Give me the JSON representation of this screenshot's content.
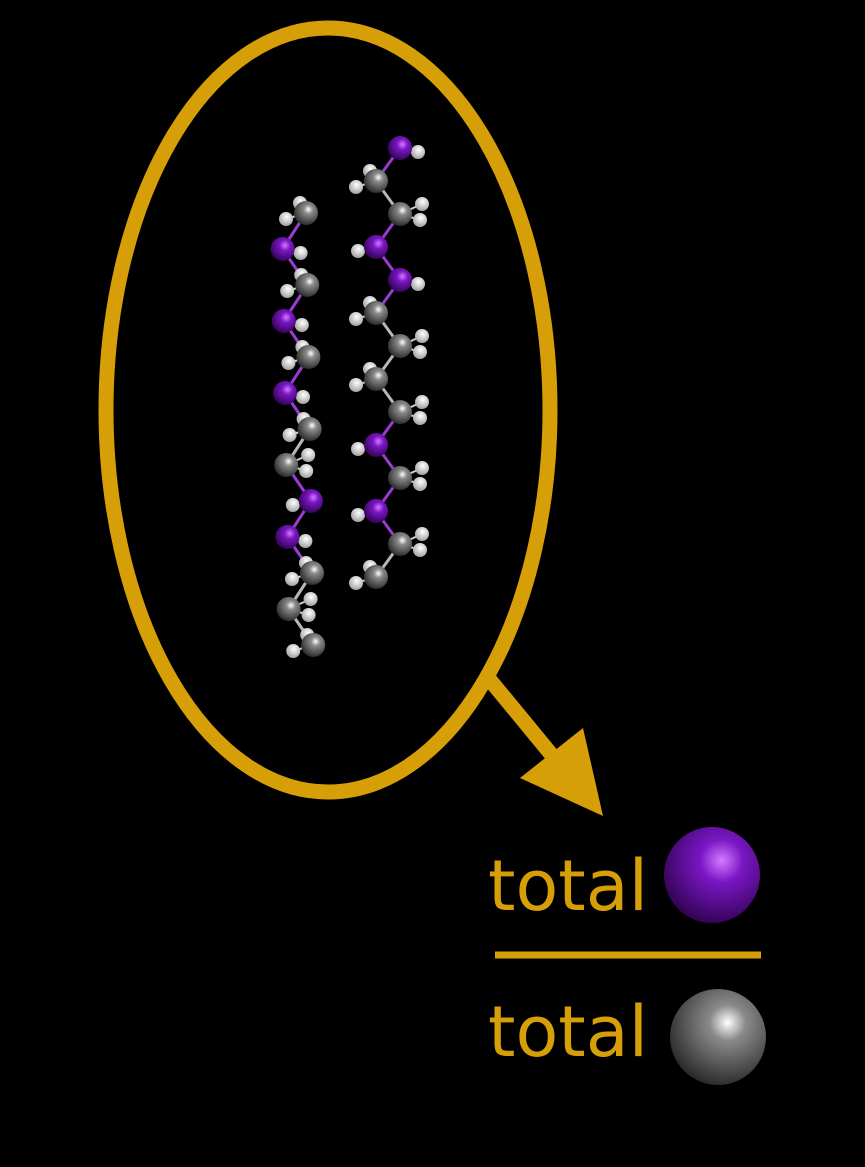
{
  "colors": {
    "background": "#000000",
    "accent": "#D79F07",
    "purple_atom": "#6A0DAD",
    "gray_atom": "#555555",
    "hydrogen_atom": "#EEEEEE"
  },
  "ratio": {
    "numerator_label": "total",
    "denominator_label": "total",
    "numerator_icon": "purple-sphere",
    "denominator_icon": "gray-sphere"
  },
  "molecule": {
    "chain_count": 2,
    "left_chain_sequence": [
      "gray",
      "purple",
      "gray",
      "purple",
      "gray",
      "purple",
      "gray",
      "gray",
      "purple",
      "purple",
      "gray",
      "gray",
      "gray"
    ],
    "right_chain_sequence": [
      "purple",
      "gray",
      "gray",
      "purple",
      "purple",
      "gray",
      "gray",
      "gray",
      "gray",
      "purple",
      "gray",
      "purple",
      "gray",
      "gray"
    ]
  }
}
